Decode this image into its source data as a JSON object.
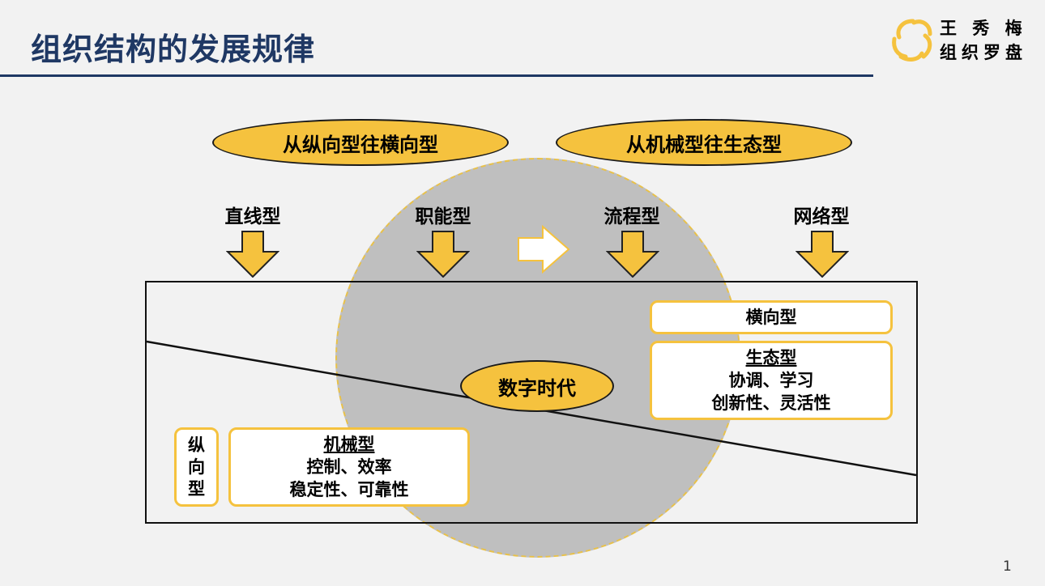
{
  "header": {
    "title": "组织结构的发展规律",
    "logo_line1": "王 秀 梅",
    "logo_line2": "组织罗盘"
  },
  "banners": {
    "left": "从纵向型往横向型",
    "right": "从机械型往生态型"
  },
  "stages": [
    "直线型",
    "职能型",
    "流程型",
    "网络型"
  ],
  "center": "数字时代",
  "top_right_box": {
    "label": "横向型",
    "title": "生态型",
    "line1": "协调、学习",
    "line2": "创新性、灵活性"
  },
  "bottom_left_box": {
    "vertical_label": [
      "纵",
      "向",
      "型"
    ],
    "title": "机械型",
    "line1": "控制、效率",
    "line2": "稳定性、可靠性"
  },
  "page_number": "1",
  "colors": {
    "accent": "#f5c23e",
    "title": "#1f3864",
    "circle": "#bfbfbf"
  }
}
